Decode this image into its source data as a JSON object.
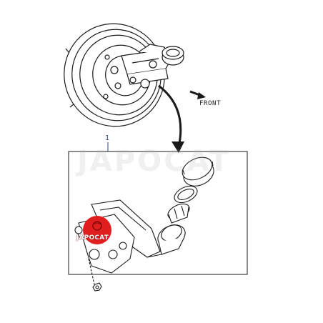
{
  "diagram": {
    "direction_label": "FRONT",
    "callout_number": "1",
    "watermark_text": "JAPOCAT",
    "logo_text": "JAPOCAT",
    "colors": {
      "line": "#1a1a1a",
      "callout": "#2b3f8f",
      "logo_red": "#e01e1e"
    }
  }
}
